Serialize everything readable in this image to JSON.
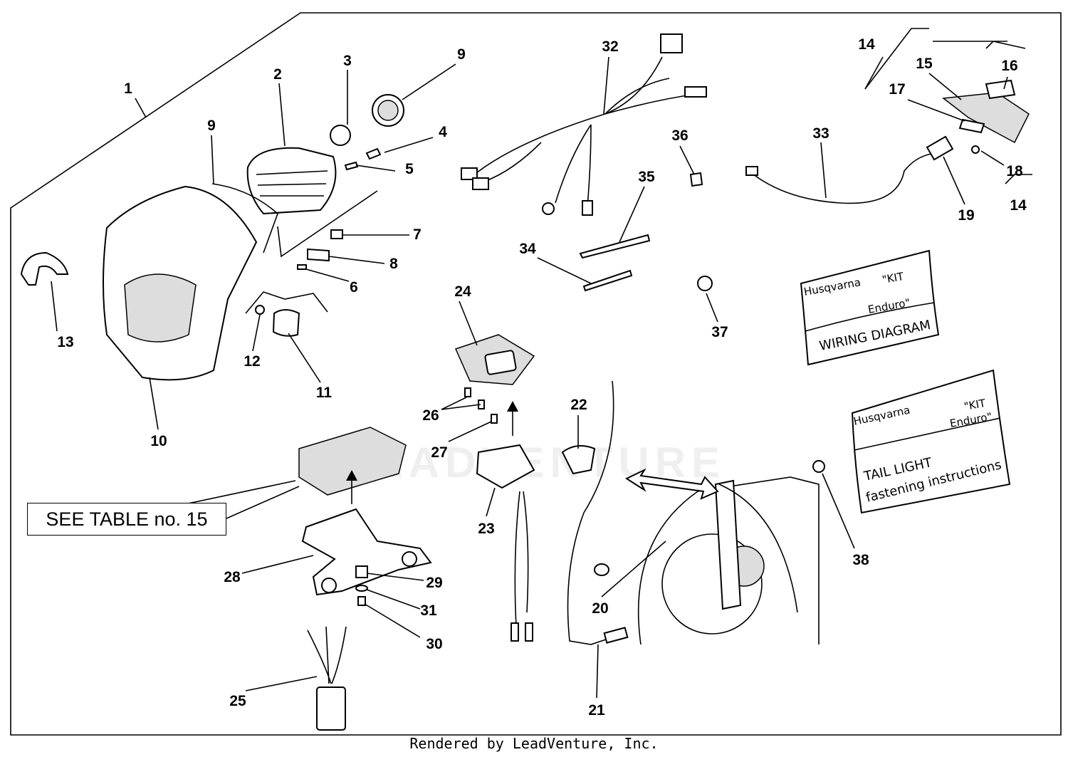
{
  "callouts": [
    "1",
    "2",
    "3",
    "9",
    "4",
    "5",
    "9",
    "7",
    "8",
    "6",
    "13",
    "12",
    "11",
    "10",
    "32",
    "36",
    "35",
    "34",
    "37",
    "33",
    "14",
    "15",
    "16",
    "17",
    "18",
    "14",
    "19",
    "24",
    "26",
    "27",
    "22",
    "23",
    "28",
    "29",
    "31",
    "30",
    "25",
    "20",
    "21",
    "38"
  ],
  "see_table": "SEE TABLE no. 15",
  "wiring_card": {
    "brand": "Husqvarna",
    "kit": "\"KIT",
    "kit2": "Enduro\"",
    "title": "WIRING DIAGRAM"
  },
  "taillight_card": {
    "brand": "Husqvarna",
    "kit": "\"KIT",
    "kit2": "Enduro\"",
    "title1": "TAIL LIGHT",
    "title2": "fastening instructions"
  },
  "watermark": "LEADVENTURE",
  "footer": "Rendered by LeadVenture, Inc."
}
